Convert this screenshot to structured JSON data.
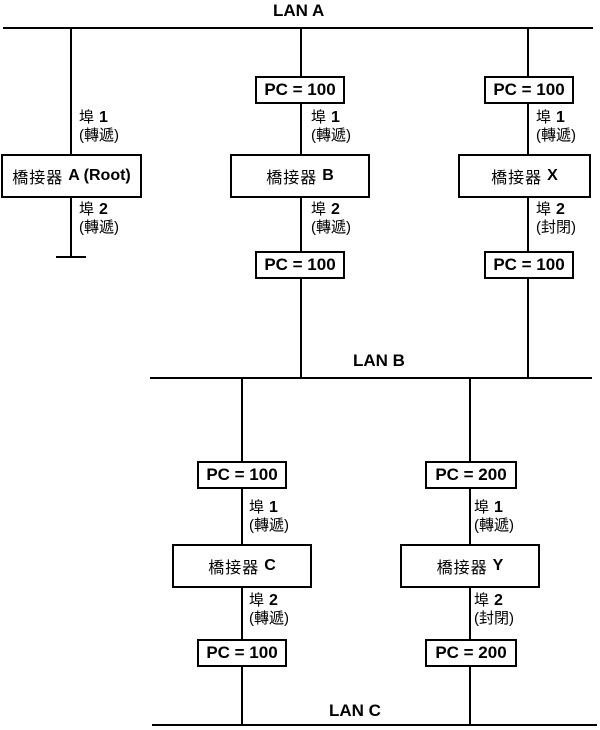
{
  "diagram": {
    "port_word": "埠",
    "lans": {
      "a": "LAN A",
      "b": "LAN B",
      "c": "LAN C"
    },
    "columns": [
      {
        "bridge_prefix": "橋接器",
        "bridge_id": "A (Root)",
        "port1": {
          "num": "1",
          "state": "(轉遞)"
        },
        "port2": {
          "num": "2",
          "state": "(轉遞)"
        }
      },
      {
        "pc_top": "PC = 100",
        "bridge_prefix": "橋接器",
        "bridge_id": "B",
        "port1": {
          "num": "1",
          "state": "(轉遞)"
        },
        "port2": {
          "num": "2",
          "state": "(轉遞)"
        },
        "pc_bottom": "PC = 100"
      },
      {
        "pc_top": "PC = 100",
        "bridge_prefix": "橋接器",
        "bridge_id": "X",
        "port1": {
          "num": "1",
          "state": "(轉遞)"
        },
        "port2": {
          "num": "2",
          "state": "(封閉)"
        },
        "pc_bottom": "PC = 100"
      },
      {
        "pc_top": "PC = 100",
        "bridge_prefix": "橋接器",
        "bridge_id": "C",
        "port1": {
          "num": "1",
          "state": "(轉遞)"
        },
        "port2": {
          "num": "2",
          "state": "(轉遞)"
        },
        "pc_bottom": "PC = 100"
      },
      {
        "pc_top": "PC = 200",
        "bridge_prefix": "橋接器",
        "bridge_id": "Y",
        "port1": {
          "num": "1",
          "state": "(轉遞)"
        },
        "port2": {
          "num": "2",
          "state": "(封閉)"
        },
        "pc_bottom": "PC = 200"
      }
    ],
    "colors": {
      "line": "#000000",
      "background": "#ffffff",
      "text": "#000000"
    }
  }
}
